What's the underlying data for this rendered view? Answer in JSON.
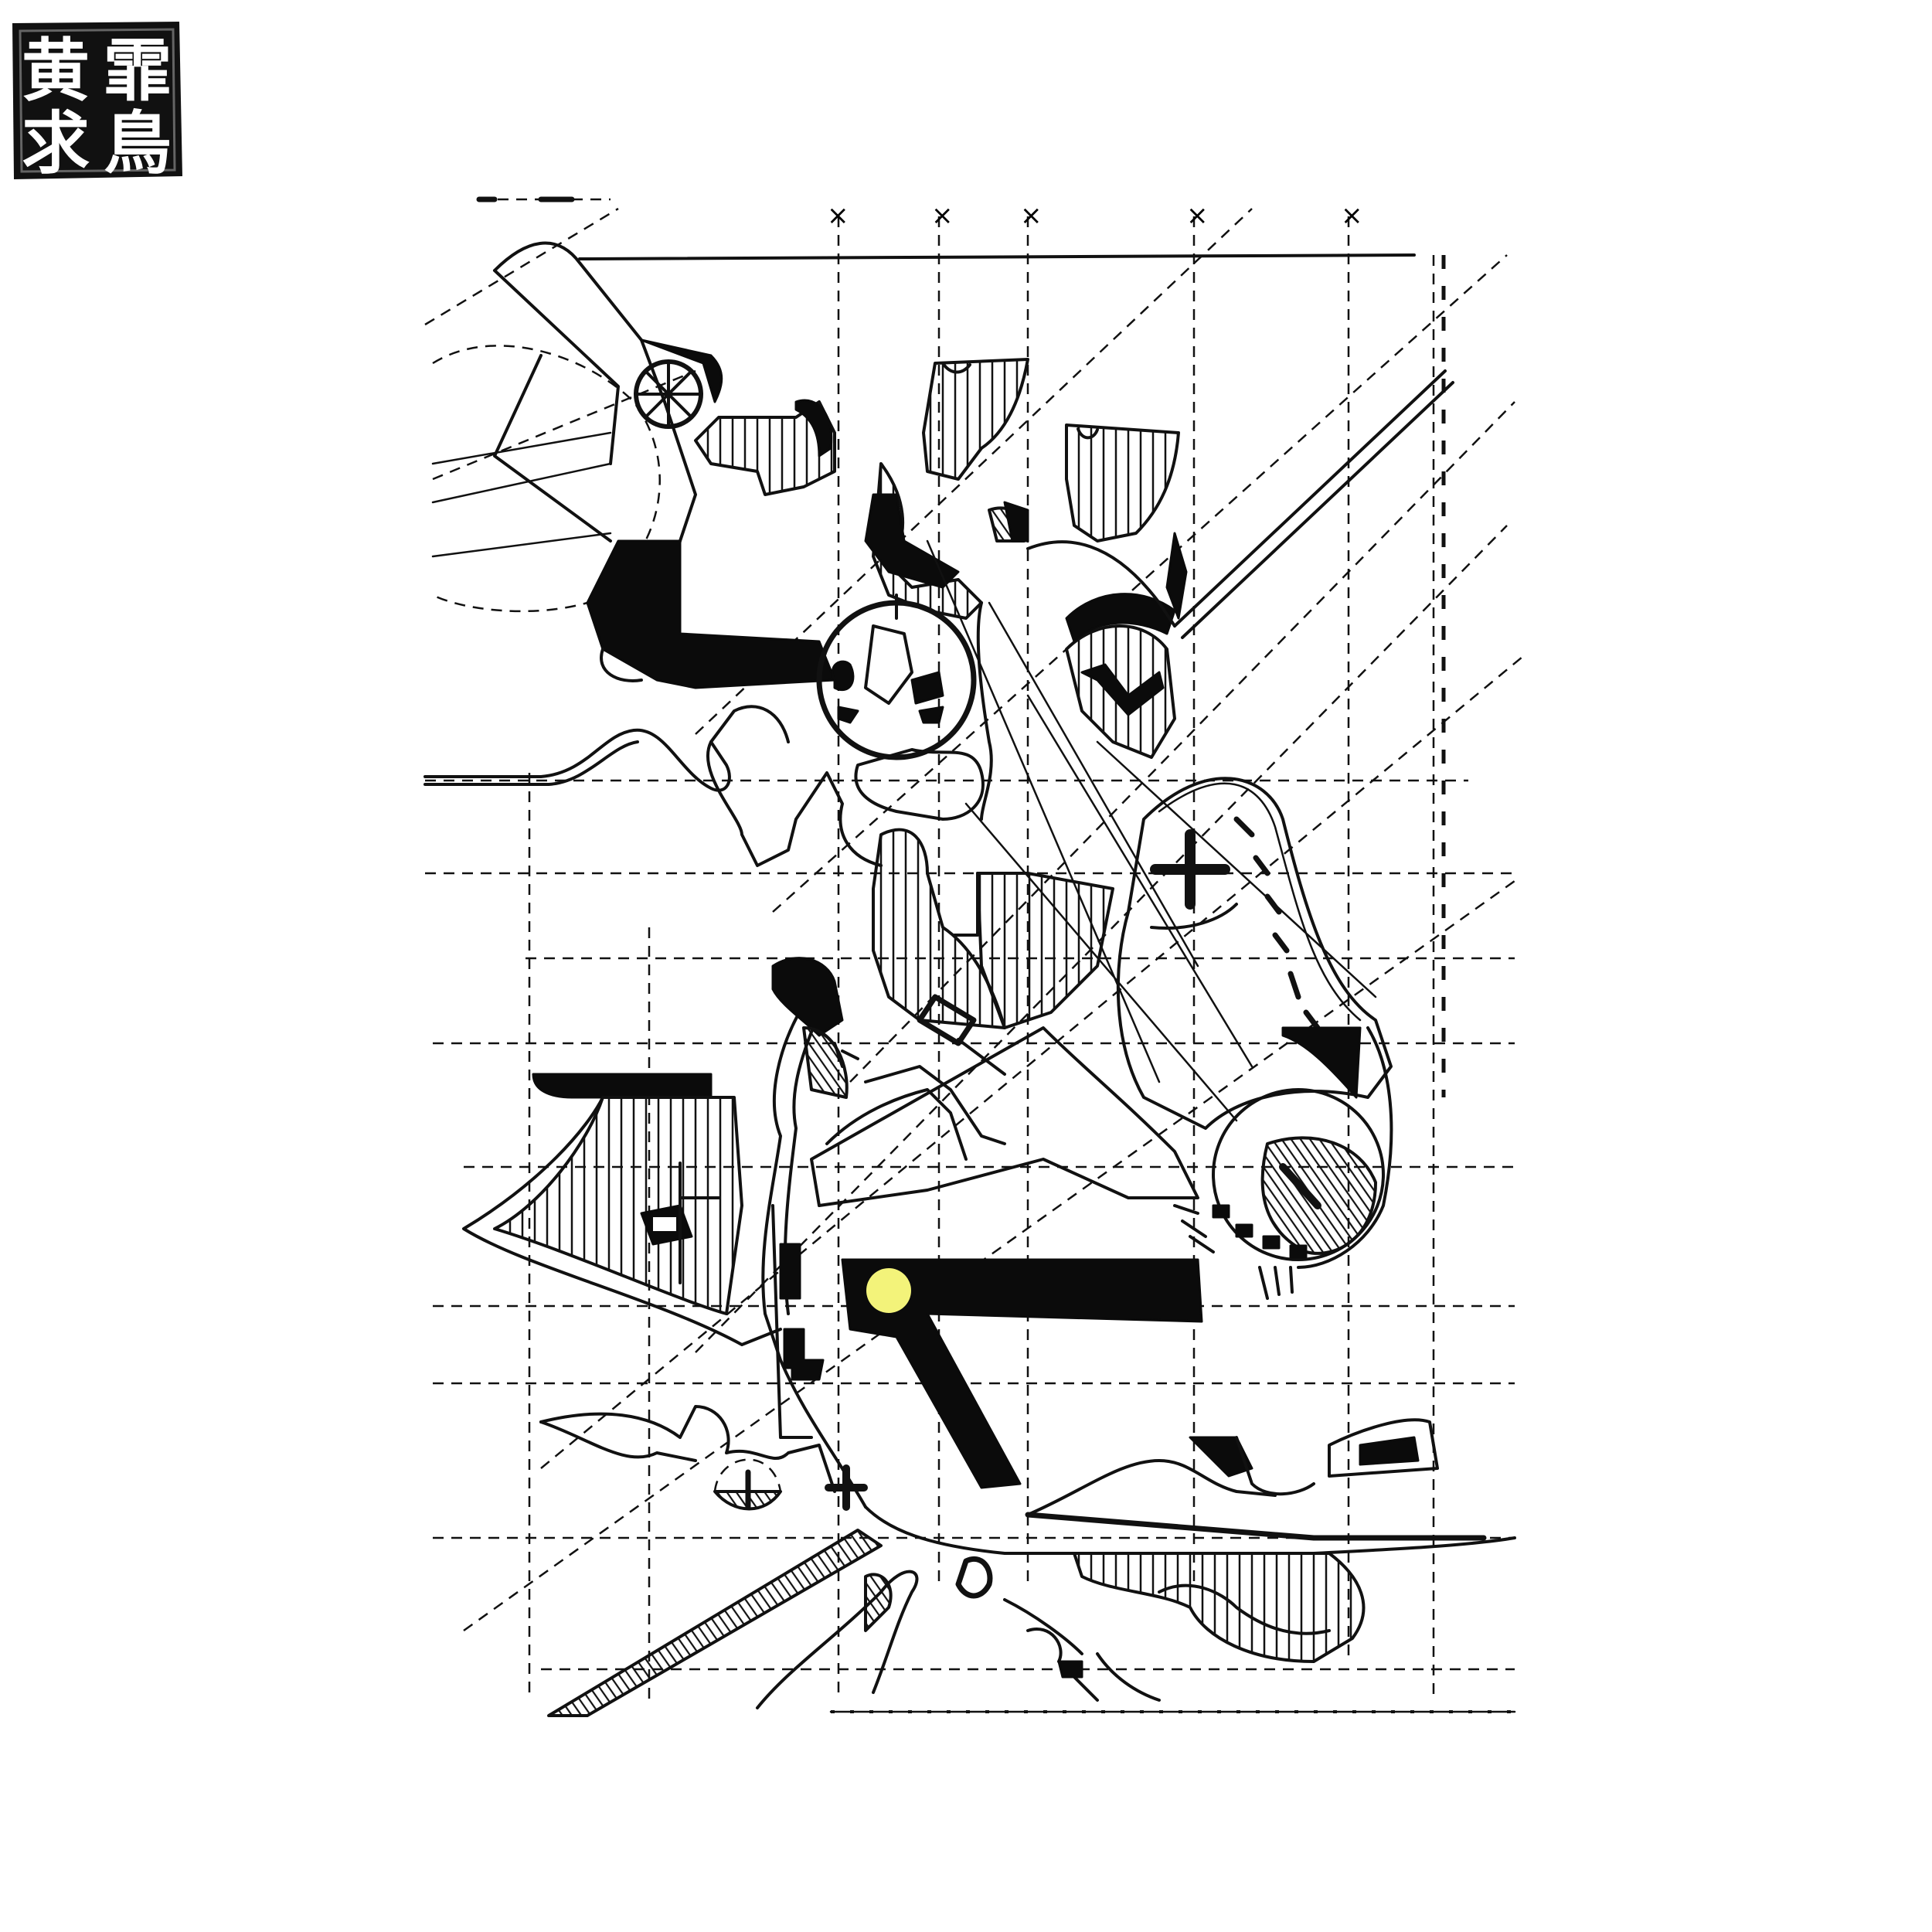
{
  "seal": {
    "chars": [
      "霏",
      "黄",
      "鳥",
      "求"
    ]
  },
  "colors": {
    "ink": "#111111",
    "paper": "#ffffff",
    "accent_dot": "#f3f37a"
  },
  "icons": [
    "seal-stamp",
    "plus-mark",
    "target-circle",
    "accent-dot"
  ]
}
